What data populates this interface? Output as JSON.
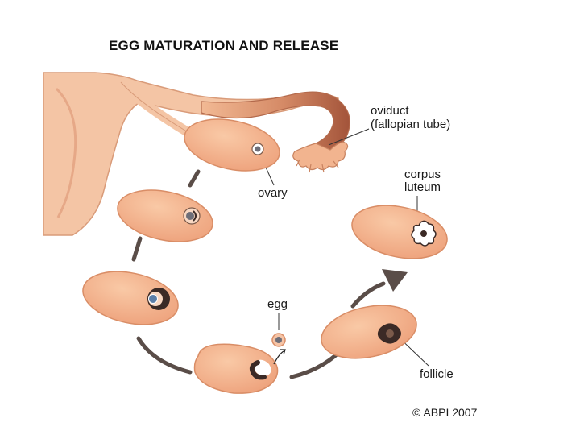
{
  "title": "EGG MATURATION AND RELEASE",
  "labels": {
    "oviduct_line1": "oviduct",
    "oviduct_line2": "(fallopian tube)",
    "ovary": "ovary",
    "corpus_line1": "corpus",
    "corpus_line2": "luteum",
    "egg": "egg",
    "follicle": "follicle"
  },
  "copyright": "© ABPI 2007",
  "colors": {
    "ovary_fill": "#f5b28b",
    "ovary_stroke": "#d98d66",
    "uterus_fill": "#f4c09f",
    "tube_dark": "#b9684a",
    "arrow": "#5a4d48",
    "follicle_dark": "#3b2a26"
  }
}
